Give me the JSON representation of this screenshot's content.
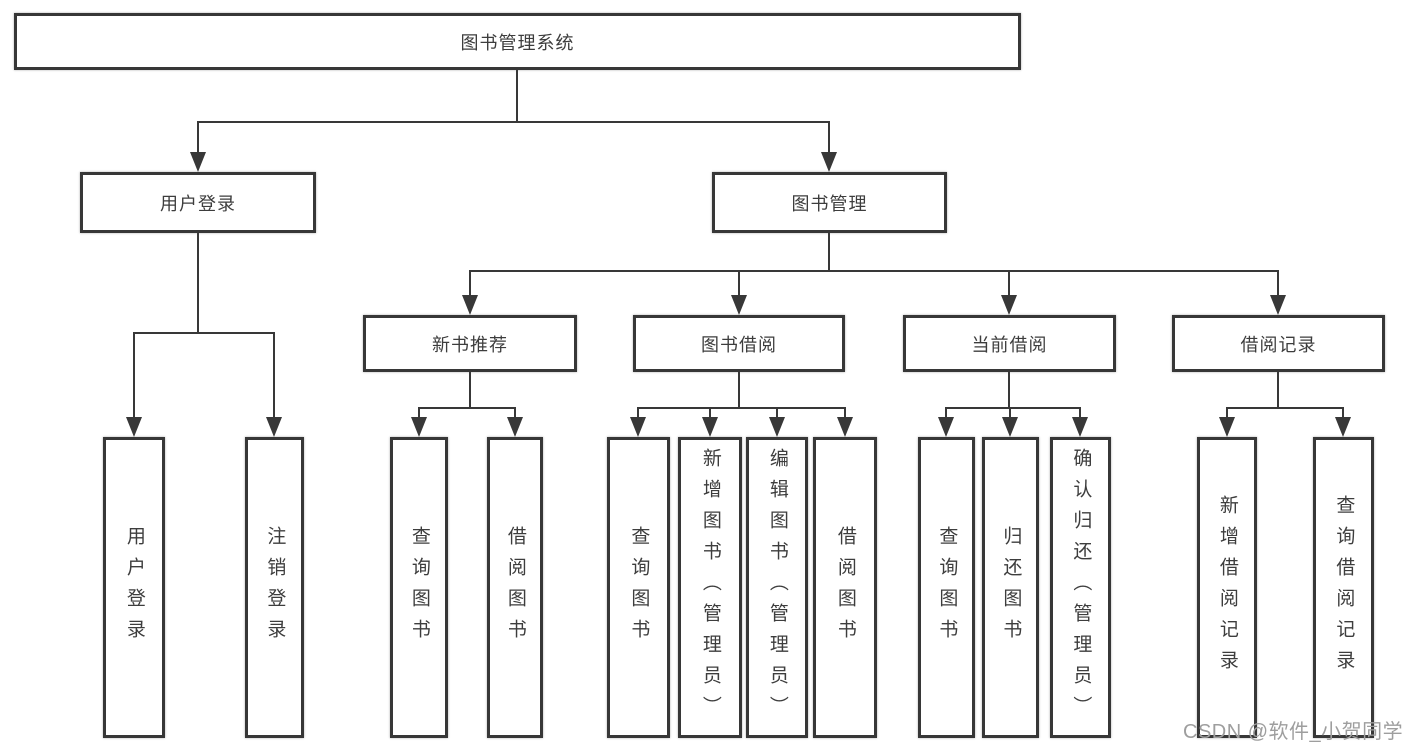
{
  "root": {
    "label": "图书管理系统"
  },
  "branches": {
    "user_login": {
      "label": "用户登录",
      "children": {
        "login": "用户登录",
        "logout": "注销登录"
      }
    },
    "book_management": {
      "label": "图书管理",
      "sections": {
        "new_book": {
          "label": "新书推荐",
          "children": {
            "query": "查询图书",
            "borrow": "借阅图书"
          }
        },
        "borrowing": {
          "label": "图书借阅",
          "children": {
            "query": "查询图书",
            "add": "新增图书（管理员）",
            "edit": "编辑图书（管理员）",
            "borrow": "借阅图书"
          }
        },
        "current": {
          "label": "当前借阅",
          "children": {
            "query": "查询图书",
            "return": "归还图书",
            "confirm": "确认归还（管理员）"
          }
        },
        "records": {
          "label": "借阅记录",
          "children": {
            "add": "新增借阅记录",
            "query": "查询借阅记录"
          }
        }
      }
    }
  },
  "watermark": "CSDN @软件_小贺同学",
  "colors": {
    "line": "#383838",
    "text": "#3d3d3d",
    "watermark": "#9e9e9e",
    "background": "#ffffff"
  }
}
